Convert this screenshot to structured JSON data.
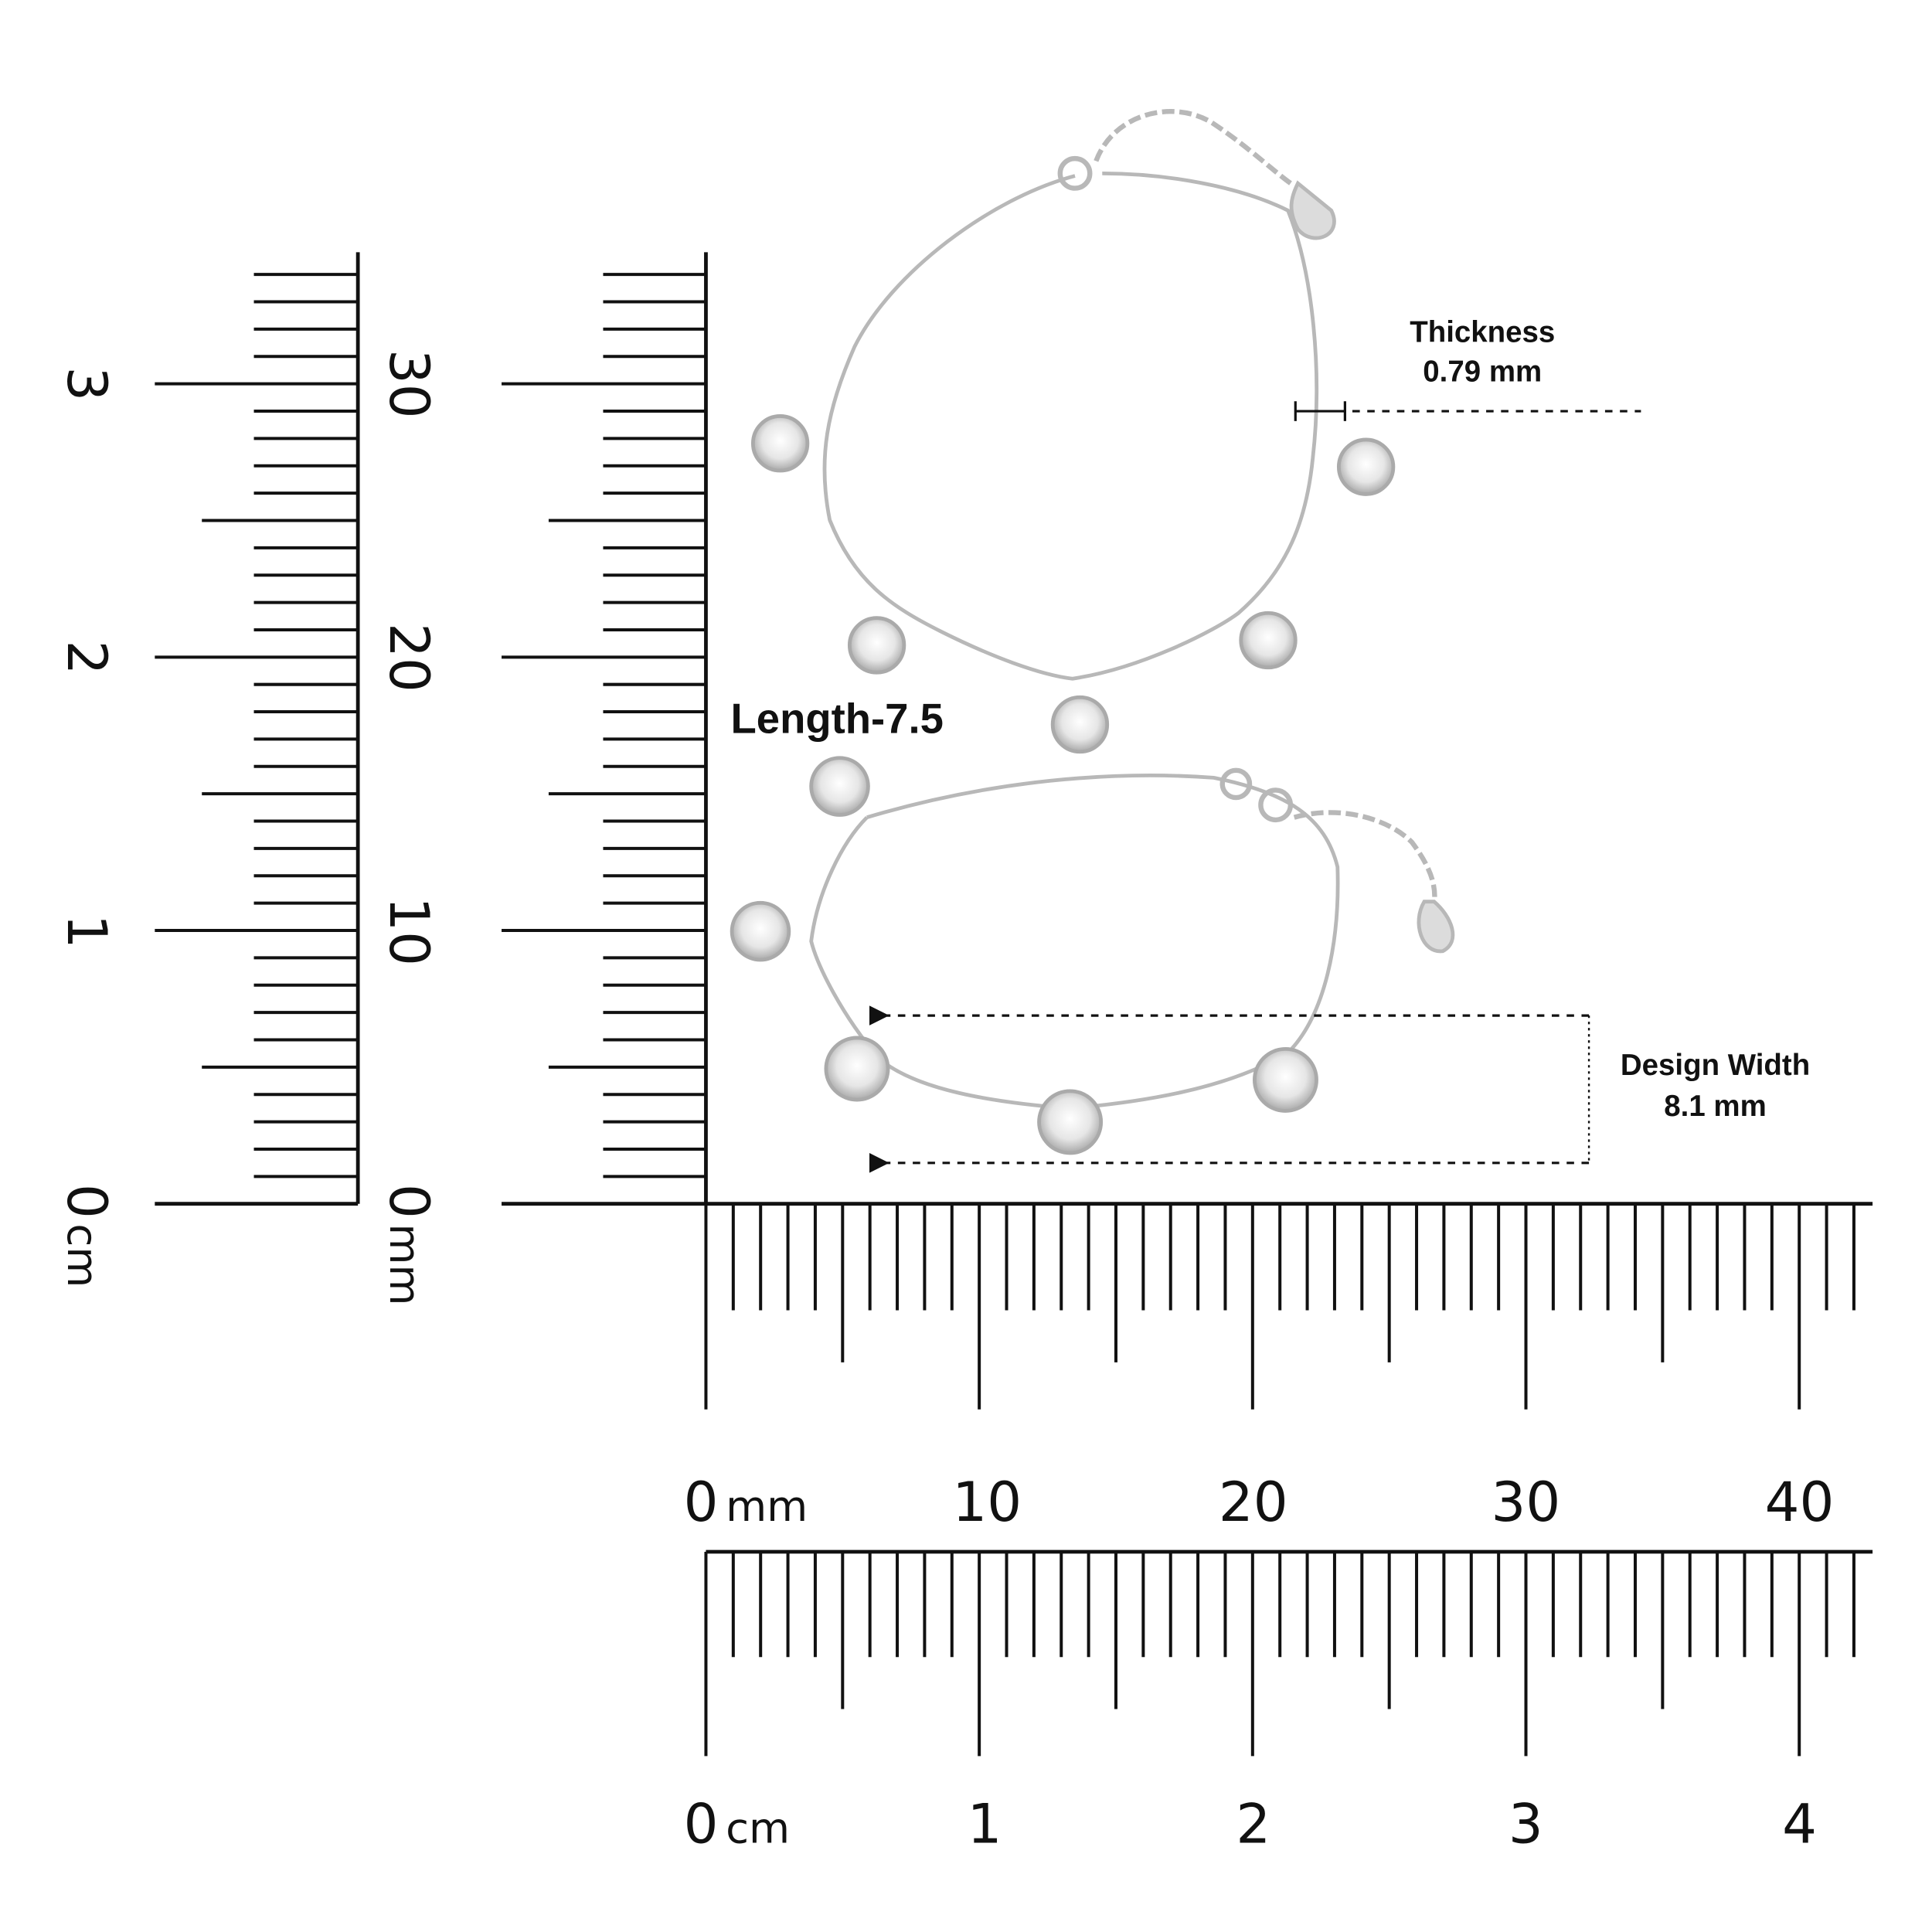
{
  "left_cm_ruler": {
    "labels": [
      "3",
      "2",
      "1",
      "0"
    ],
    "unit": "cm",
    "max_mm": 34
  },
  "left_mm_ruler": {
    "labels": [
      "30",
      "20",
      "10",
      "0"
    ],
    "unit": "mm",
    "max_mm": 34
  },
  "bottom_mm_ruler": {
    "labels": [
      "0",
      "10",
      "20",
      "30",
      "40"
    ],
    "unit": "mm",
    "max_mm": 42
  },
  "bottom_cm_ruler": {
    "labels": [
      "0",
      "1",
      "2",
      "3",
      "4"
    ],
    "unit": "cm",
    "max_mm": 42
  },
  "annotations": {
    "length": "Length-7.5",
    "thickness_label": "Thickness",
    "thickness_value": "0.79 mm",
    "design_width_label": "Design Width",
    "design_width_value": "8.1 mm"
  },
  "colors": {
    "ink": "#111111",
    "metal": "#c8c8c8",
    "background": "#ffffff"
  }
}
